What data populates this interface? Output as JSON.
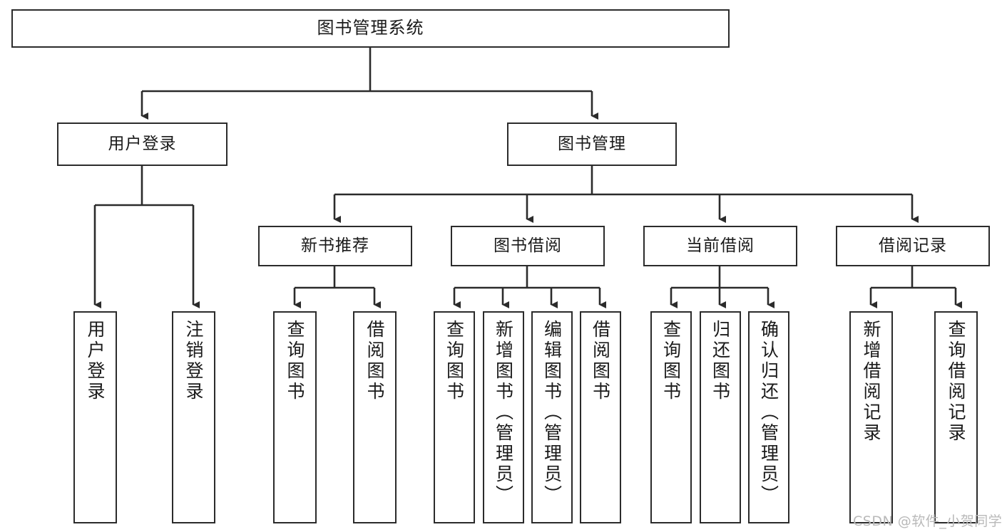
{
  "diagram": {
    "title": "图书管理系统",
    "root": {
      "label": "图书管理系统"
    },
    "level1": [
      {
        "label": "用户登录"
      },
      {
        "label": "图书管理"
      }
    ],
    "level2": [
      {
        "label": "新书推荐"
      },
      {
        "label": "图书借阅"
      },
      {
        "label": "当前借阅"
      },
      {
        "label": "借阅记录"
      }
    ],
    "leaves": {
      "user_login": [
        {
          "label": "用户登录"
        },
        {
          "label": "注销登录"
        }
      ],
      "new_book": [
        {
          "label": "查询图书"
        },
        {
          "label": "借阅图书"
        }
      ],
      "book_borrow": [
        {
          "label": "查询图书"
        },
        {
          "label": "新增图书（管理员）"
        },
        {
          "label": "编辑图书（管理员）"
        },
        {
          "label": "借阅图书"
        }
      ],
      "current_borrow": [
        {
          "label": "查询图书"
        },
        {
          "label": "归还图书"
        },
        {
          "label": "确认归还（管理员）"
        }
      ],
      "borrow_record": [
        {
          "label": "新增借阅记录"
        },
        {
          "label": "查询借阅记录"
        }
      ]
    }
  },
  "watermark": {
    "text": "CSDN @软件_小贺同学"
  },
  "colors": {
    "border": "#2b2b2b",
    "background": "#ffffff",
    "text": "#1a1a1a",
    "watermark": "#b9b9b9"
  }
}
